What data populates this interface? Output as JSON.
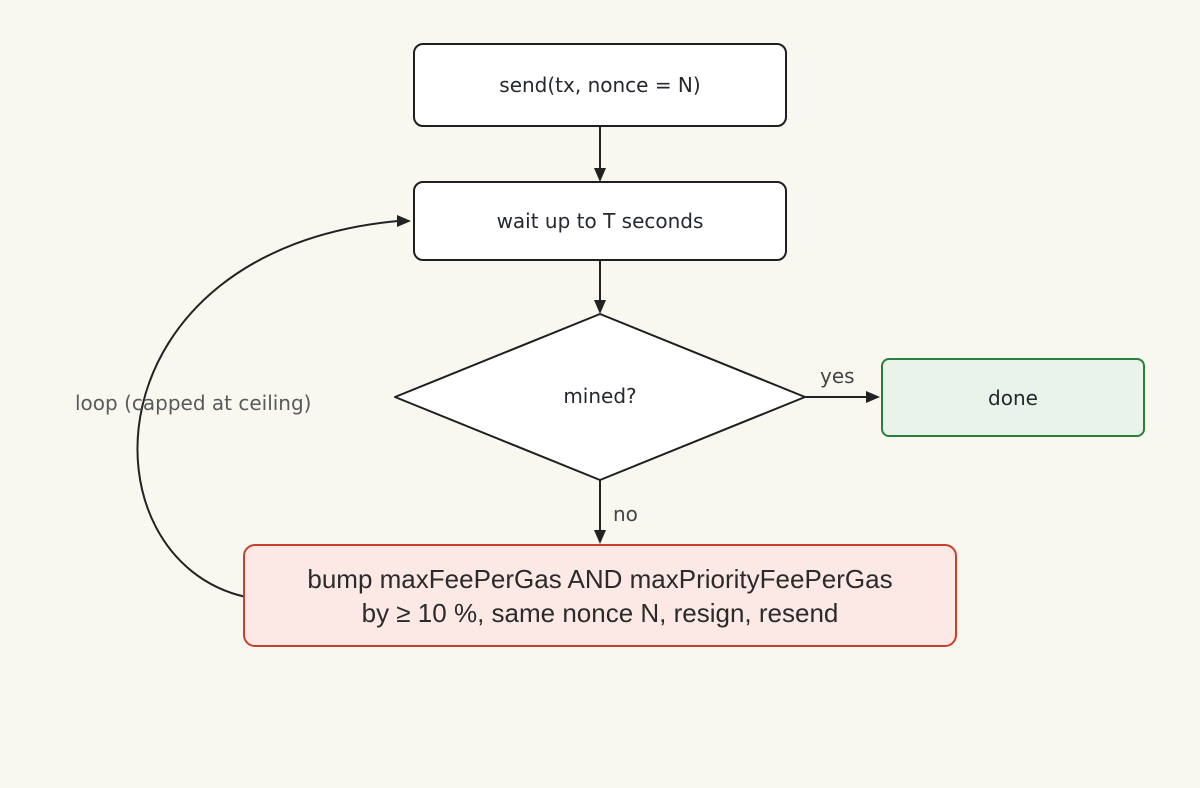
{
  "diagram": {
    "title_semantic": "transaction-resend-loop-flowchart",
    "background_color": "#f8f8f1",
    "line_color": "#222222",
    "nodes": {
      "send": {
        "label": "send(tx, nonce = N)",
        "fill": "#ffffff",
        "border": "#1f1f1f"
      },
      "wait": {
        "label": "wait up to T seconds",
        "fill": "#ffffff",
        "border": "#1f1f1f"
      },
      "mined": {
        "label": "mined?",
        "shape": "diamond",
        "fill": "#ffffff",
        "border": "#1f1f1f"
      },
      "done": {
        "label": "done",
        "fill": "#e9f3ea",
        "border": "#2a8038"
      },
      "bump": {
        "line1": "bump maxFeePerGas AND maxPriorityFeePerGas",
        "line2": "by ≥ 10 %, same nonce N, resign, resend",
        "fill": "#fce9e5",
        "border": "#c5402e"
      }
    },
    "edges": {
      "yes_label": "yes",
      "no_label": "no",
      "loop_label": "loop (capped at ceiling)"
    }
  }
}
